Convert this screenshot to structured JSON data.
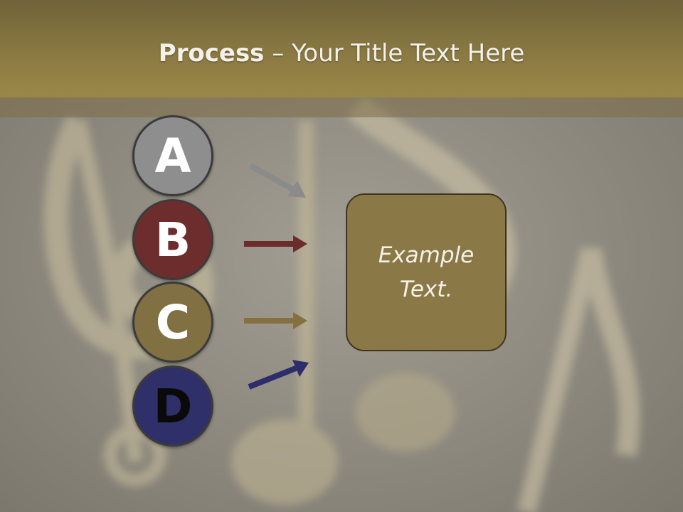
{
  "title": {
    "bold": "Process",
    "rest": " – Your Title Text Here"
  },
  "steps": [
    {
      "letter": "A",
      "color": "#8e8e8e",
      "arrow_color": "#8b8b8b"
    },
    {
      "letter": "B",
      "color": "#6e2d2d",
      "arrow_color": "#6b2c2c"
    },
    {
      "letter": "C",
      "color": "#817041",
      "arrow_color": "#85713f"
    },
    {
      "letter": "D",
      "color": "#2f2f6a",
      "arrow_color": "#2d2d6b"
    }
  ],
  "box": {
    "text": "Example Text.",
    "color": "#8a7946"
  },
  "background": {
    "image": "music-notes-background"
  }
}
